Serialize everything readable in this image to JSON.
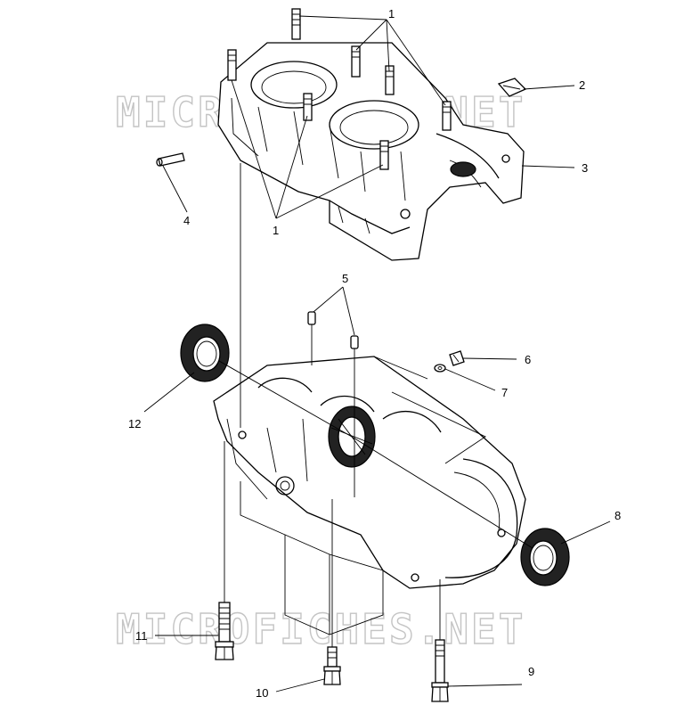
{
  "watermark": {
    "text": "MICROFICHES.NET"
  },
  "callouts": [
    {
      "id": "1",
      "label": "1"
    },
    {
      "id": "1b",
      "label": "1"
    },
    {
      "id": "2",
      "label": "2"
    },
    {
      "id": "3",
      "label": "3"
    },
    {
      "id": "4",
      "label": "4"
    },
    {
      "id": "5",
      "label": "5"
    },
    {
      "id": "6",
      "label": "6"
    },
    {
      "id": "7",
      "label": "7"
    },
    {
      "id": "8",
      "label": "8"
    },
    {
      "id": "9",
      "label": "9"
    },
    {
      "id": "10",
      "label": "10"
    },
    {
      "id": "11",
      "label": "11"
    },
    {
      "id": "12",
      "label": "12"
    }
  ]
}
